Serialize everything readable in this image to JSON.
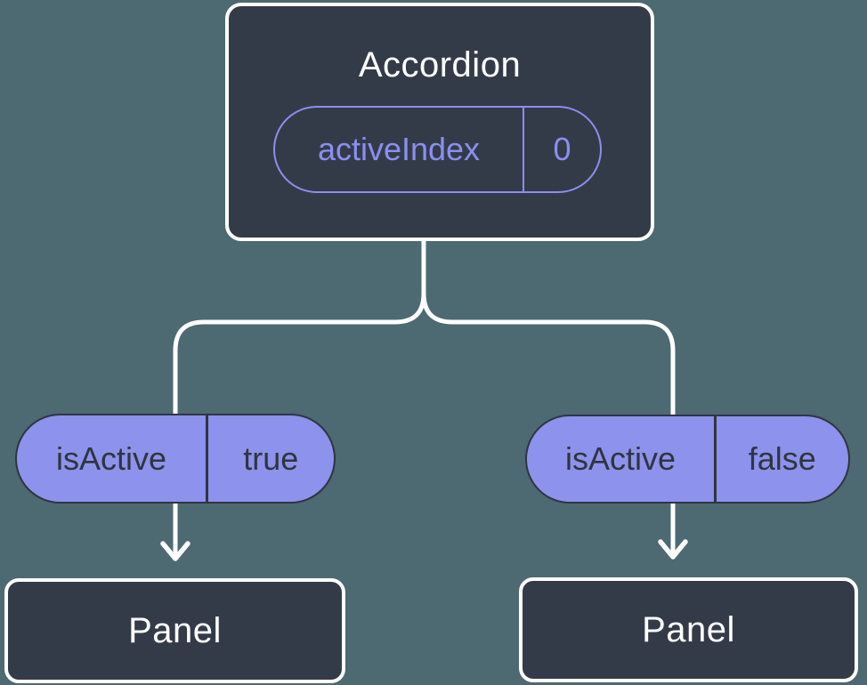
{
  "colors": {
    "background": "#4d6971",
    "node_background": "#343b48",
    "accent_purple": "#8a8ff0",
    "prop_pill_fill": "#8d92ec",
    "dark_text": "#2f3540",
    "line_white": "#ffffff"
  },
  "tree": {
    "root": {
      "title": "Accordion",
      "state": {
        "name": "activeIndex",
        "value": "0"
      }
    },
    "children": [
      {
        "prop": {
          "name": "isActive",
          "value": "true"
        },
        "node": {
          "title": "Panel"
        }
      },
      {
        "prop": {
          "name": "isActive",
          "value": "false"
        },
        "node": {
          "title": "Panel"
        }
      }
    ]
  }
}
